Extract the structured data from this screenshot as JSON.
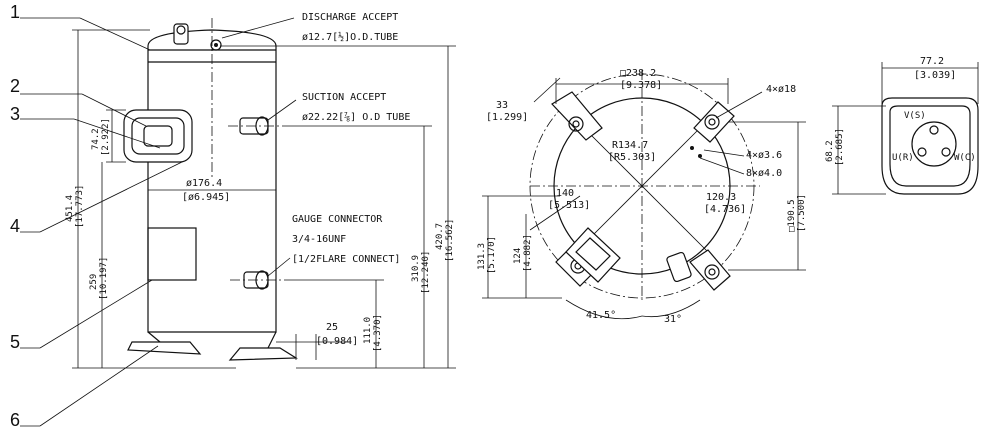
{
  "callouts": {
    "n1": "1",
    "n2": "2",
    "n3": "3",
    "n4": "4",
    "n5": "5",
    "n6": "6"
  },
  "labels": {
    "discharge_title": "DISCHARGE ACCEPT",
    "discharge_size": "ø12.7[½]O.D.TUBE",
    "suction_title": "SUCTION ACCEPT",
    "suction_size": "ø22.22[⅞] O.D TUBE",
    "gauge_title": "GAUGE CONNECTOR",
    "gauge_thread": "3/4-16UNF",
    "gauge_flare": "[1/2FLARE CONNECT]"
  },
  "dims_side": {
    "d74": "74.2",
    "d74i": "[2.922]",
    "d451": "451.4",
    "d451i": "[17.773]",
    "dia176": "ø176.4",
    "dia176i": "[ø6.945]",
    "d259": "259",
    "d259i": "[10.197]",
    "d420": "420.7",
    "d420i": "[16.562]",
    "d310": "310.9",
    "d310i": "[12.240]",
    "d111": "111.0",
    "d111i": "[4.370]",
    "d25": "25",
    "d25i": "[0.984]"
  },
  "dims_top": {
    "sq238": "□238.2",
    "sq238i": "[9.378]",
    "d33": "33",
    "d33i": "[1.299]",
    "holes18": "4×ø18",
    "r134": "R134.7",
    "r134i": "[R5.303]",
    "holes36": "4×ø3.6",
    "holes40": "8×ø4.0",
    "d140": "140",
    "d140i": "[5.513]",
    "d120": "120.3",
    "d120i": "[4.736]",
    "sq190": "□190.5",
    "sq190i": "[7.500]",
    "d131": "131.3",
    "d131i": "[5.170]",
    "d124": "124",
    "d124i": "[4.882]",
    "ang41": "41.5°",
    "ang31": "31°"
  },
  "dims_box": {
    "w77": "77.2",
    "w77i": "[3.039]",
    "h68": "68.2",
    "h68i": "[2.685]",
    "term_v": "V(S)",
    "term_u": "U(R)",
    "term_w": "W(C)"
  }
}
